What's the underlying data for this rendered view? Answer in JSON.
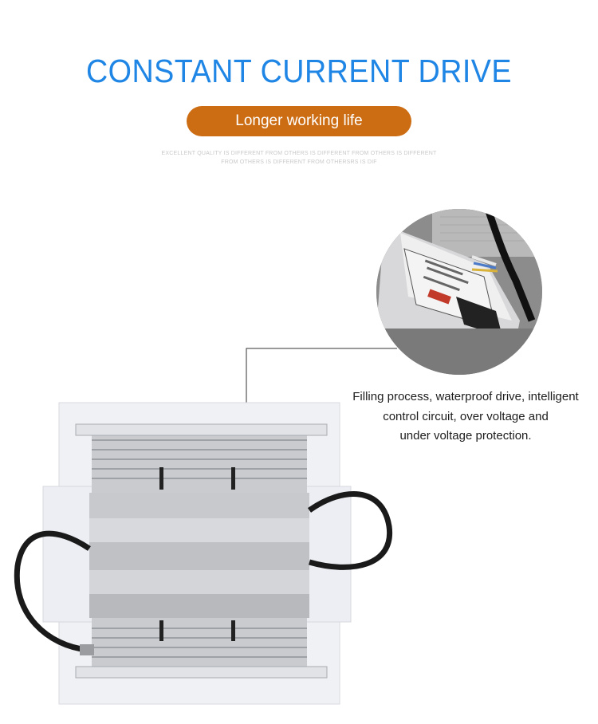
{
  "header": {
    "title": "CONSTANT CURRENT DRIVE",
    "pill_label": "Longer working life",
    "fine_print_line1": "EXCELLENT QUALITY IS DIFFERENT FROM OTHERS IS DIFFERENT FROM OTHERS IS DIFFERENT",
    "fine_print_line2": "FROM OTHERS IS DIFFERENT FROM OTHERSRS IS DIF"
  },
  "callout": {
    "caption_line1": "Filling process, waterproof drive, intelligent",
    "caption_line2": "control circuit, over voltage and",
    "caption_line3": "under voltage protection."
  },
  "colors": {
    "title": "#1f86e6",
    "pill": "#cc6d14"
  },
  "icons": {
    "driver_closeup": "driver-closeup-photo",
    "lamp": "led-lamp-photo"
  }
}
